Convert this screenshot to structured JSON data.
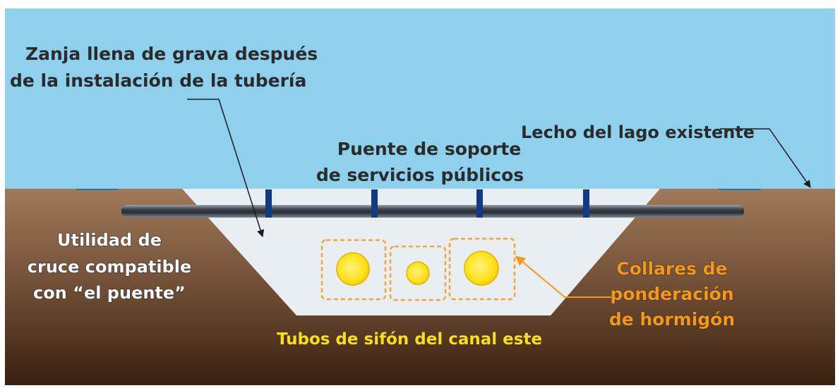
{
  "labels": {
    "trench_line1": "Zanja llena de grava después",
    "trench_line2": "de la instalación de la tubería",
    "lakebed": "Lecho del lago existente",
    "bridge_line1": "Puente de soporte",
    "bridge_line2": "de servicios públicos",
    "crossing_line1": "Utilidad de",
    "crossing_line2": "cruce compatible",
    "crossing_line3": "con “el puente”",
    "collars_line1": "Collares de",
    "collars_line2": "ponderación",
    "collars_line3": "de hormigón",
    "siphon": "Tubos de sifón del canal este"
  },
  "colors": {
    "water": "#8fd0ec",
    "soil_top": "#a07a5a",
    "soil_bottom": "#3a2010",
    "gravel_fill": "#e9eef2",
    "pipe_dark": "#3b4149",
    "support_post": "#123a86",
    "siphon_pipe": "#ffe21a",
    "collar_outline": "#f6a43a",
    "collars_text": "#f39a1d",
    "siphon_text": "#f7e017",
    "label_dark": "#2b2b2b"
  }
}
